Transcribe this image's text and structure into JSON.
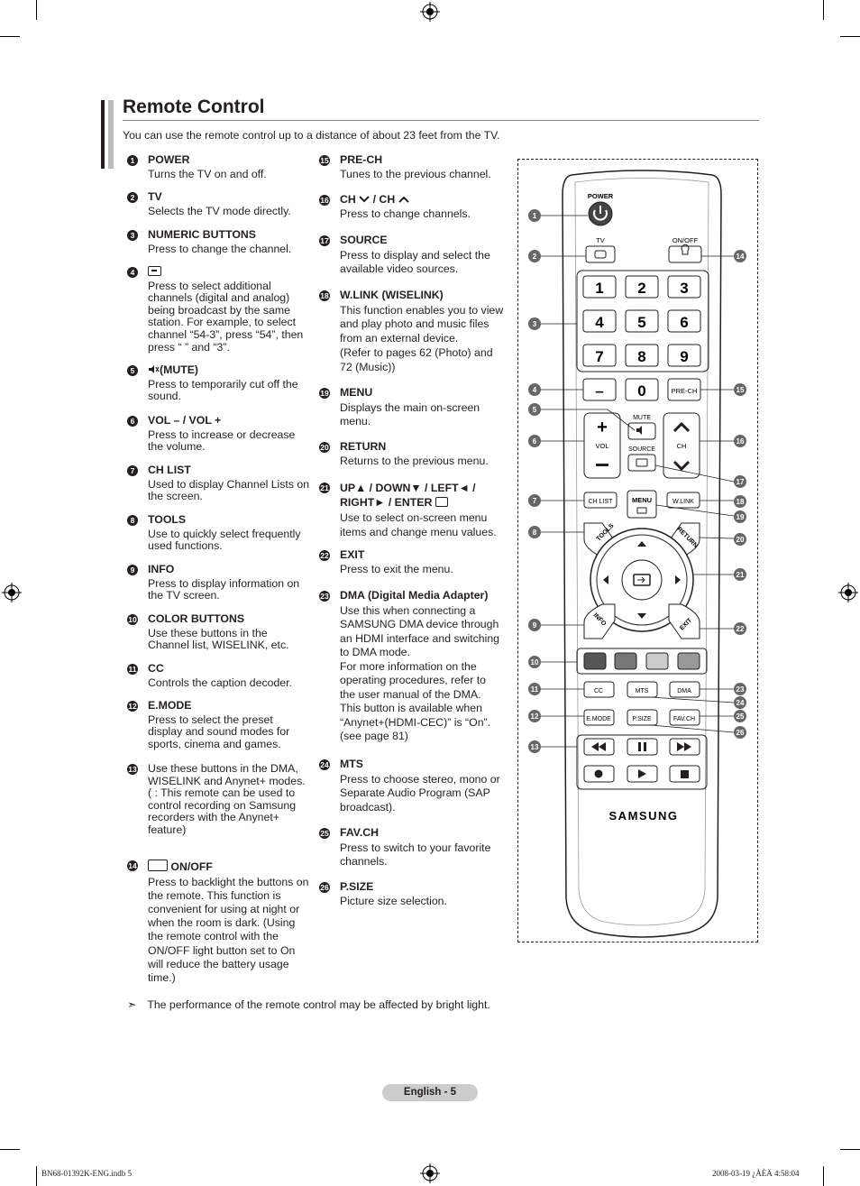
{
  "page": {
    "title": "Remote Control",
    "intro": "You can use the remote control up to a distance of about 23 feet from the TV.",
    "footnote": "The performance of the remote control may be affected by bright light.",
    "page_label": "English - 5",
    "slug_left": "BN68-01392K-ENG.indb   5",
    "slug_right": "2008-03-19   ¿ÀÈÄ 4:58:04"
  },
  "items_left": [
    {
      "n": "1",
      "heading": "POWER",
      "text": [
        "Turns the TV on and off."
      ]
    },
    {
      "n": "2",
      "heading": "TV",
      "text": [
        "Selects the TV mode directly."
      ]
    },
    {
      "n": "3",
      "heading": "NUMERIC BUTTONS",
      "text": [
        "Press to change the channel."
      ]
    },
    {
      "n": "4",
      "heading": "",
      "text": [
        "Press to select additional channels (digital and analog) being broadcast by the same station. For example, to select channel “54-3”, press “54”, then press “ ” and “3”."
      ]
    },
    {
      "n": "5",
      "heading": "(MUTE)",
      "text": [
        "Press to temporarily cut off the sound."
      ]
    },
    {
      "n": "6",
      "heading": "VOL – / VOL +",
      "text": [
        "Press to increase or decrease the volume."
      ]
    },
    {
      "n": "7",
      "heading": "CH LIST",
      "text": [
        "Used to display Channel Lists on the screen."
      ]
    },
    {
      "n": "8",
      "heading": "TOOLS",
      "text": [
        "Use to quickly select frequently used functions."
      ]
    },
    {
      "n": "9",
      "heading": "INFO",
      "text": [
        "Press to display information on the TV screen."
      ]
    },
    {
      "n": "10",
      "heading": "COLOR BUTTONS",
      "text": [
        "Use these buttons in the Channel list, WISELINK, etc."
      ]
    },
    {
      "n": "11",
      "heading": "CC",
      "text": [
        "Controls the caption decoder."
      ]
    },
    {
      "n": "12",
      "heading": "E.MODE",
      "text": [
        "Press to select the preset display and sound modes for sports, cinema and games."
      ]
    },
    {
      "n": "13",
      "heading": "",
      "text": [
        "Use these buttons in the DMA, WISELINK and Anynet+ modes.",
        "( : This remote can be used to control recording on Samsung recorders with the Anynet+ feature)"
      ]
    },
    {
      "n": "14",
      "heading": "ON/OFF",
      "text": [
        "Press to backlight the buttons on the remote. This function is convenient for using at night or when the room is dark. (Using the remote control with the ON/OFF  light button set to On will reduce the battery usage time.)"
      ]
    }
  ],
  "items_right": [
    {
      "n": "15",
      "heading": "PRE-CH",
      "text": [
        "Tunes to the previous channel."
      ]
    },
    {
      "n": "16",
      "heading": "CH  / CH ",
      "text": [
        "Press to change channels."
      ]
    },
    {
      "n": "17",
      "heading": "SOURCE",
      "text": [
        "Press to display and select the available video sources."
      ]
    },
    {
      "n": "18",
      "heading": "W.LINK (WISELINK)",
      "text": [
        "This function enables you to view and play photo and music files from an external device.",
        "(Refer to pages 62 (Photo) and 72 (Music))"
      ]
    },
    {
      "n": "19",
      "heading": "MENU",
      "text": [
        "Displays the main on-screen menu."
      ]
    },
    {
      "n": "20",
      "heading": "RETURN",
      "text": [
        "Returns to the previous menu."
      ]
    },
    {
      "n": "21",
      "heading": "UP▲ / DOWN▼ / LEFT◄ / RIGHT► / ENTER",
      "text": [
        "Use to select on-screen menu items and change menu values."
      ]
    },
    {
      "n": "22",
      "heading": "EXIT",
      "text": [
        "Press to exit the menu."
      ]
    },
    {
      "n": "23",
      "heading": "DMA (Digital Media Adapter)",
      "text": [
        "Use this when connecting a SAMSUNG DMA device through an HDMI interface and switching to DMA mode.",
        "For more information on the operating procedures, refer to the user manual of the DMA.",
        "This button is available when “Anynet+(HDMI-CEC)” is “On”. (see page 81)"
      ]
    },
    {
      "n": "24",
      "heading": "MTS",
      "text": [
        "Press to choose stereo, mono or Separate Audio Program (SAP broadcast)."
      ]
    },
    {
      "n": "25",
      "heading": "FAV.CH",
      "text": [
        "Press to switch to your favorite channels."
      ]
    },
    {
      "n": "26",
      "heading": "P.SIZE",
      "text": [
        "Picture size selection."
      ]
    }
  ],
  "remote": {
    "brand": "SAMSUNG",
    "power": "POWER",
    "tv": "TV",
    "onoff": "ON/OFF",
    "digits": [
      "1",
      "2",
      "3",
      "4",
      "5",
      "6",
      "7",
      "8",
      "9"
    ],
    "dash": "–",
    "zero": "0",
    "prech": "PRE-CH",
    "mute": "MUTE",
    "vol": "VOL",
    "ch": "CH",
    "source": "SOURCE",
    "chlist": "CH LIST",
    "menu": "MENU",
    "wlink": "W.LINK",
    "tools": "TOOLS",
    "return": "RETURN",
    "info": "INFO",
    "exit": "EXIT",
    "cc": "CC",
    "mts": "MTS",
    "dma": "DMA",
    "emode": "E.MODE",
    "psize": "P.SIZE",
    "favch": "FAV.CH",
    "colors": [
      "#555555",
      "#777777",
      "#cccccc",
      "#999999"
    ]
  }
}
